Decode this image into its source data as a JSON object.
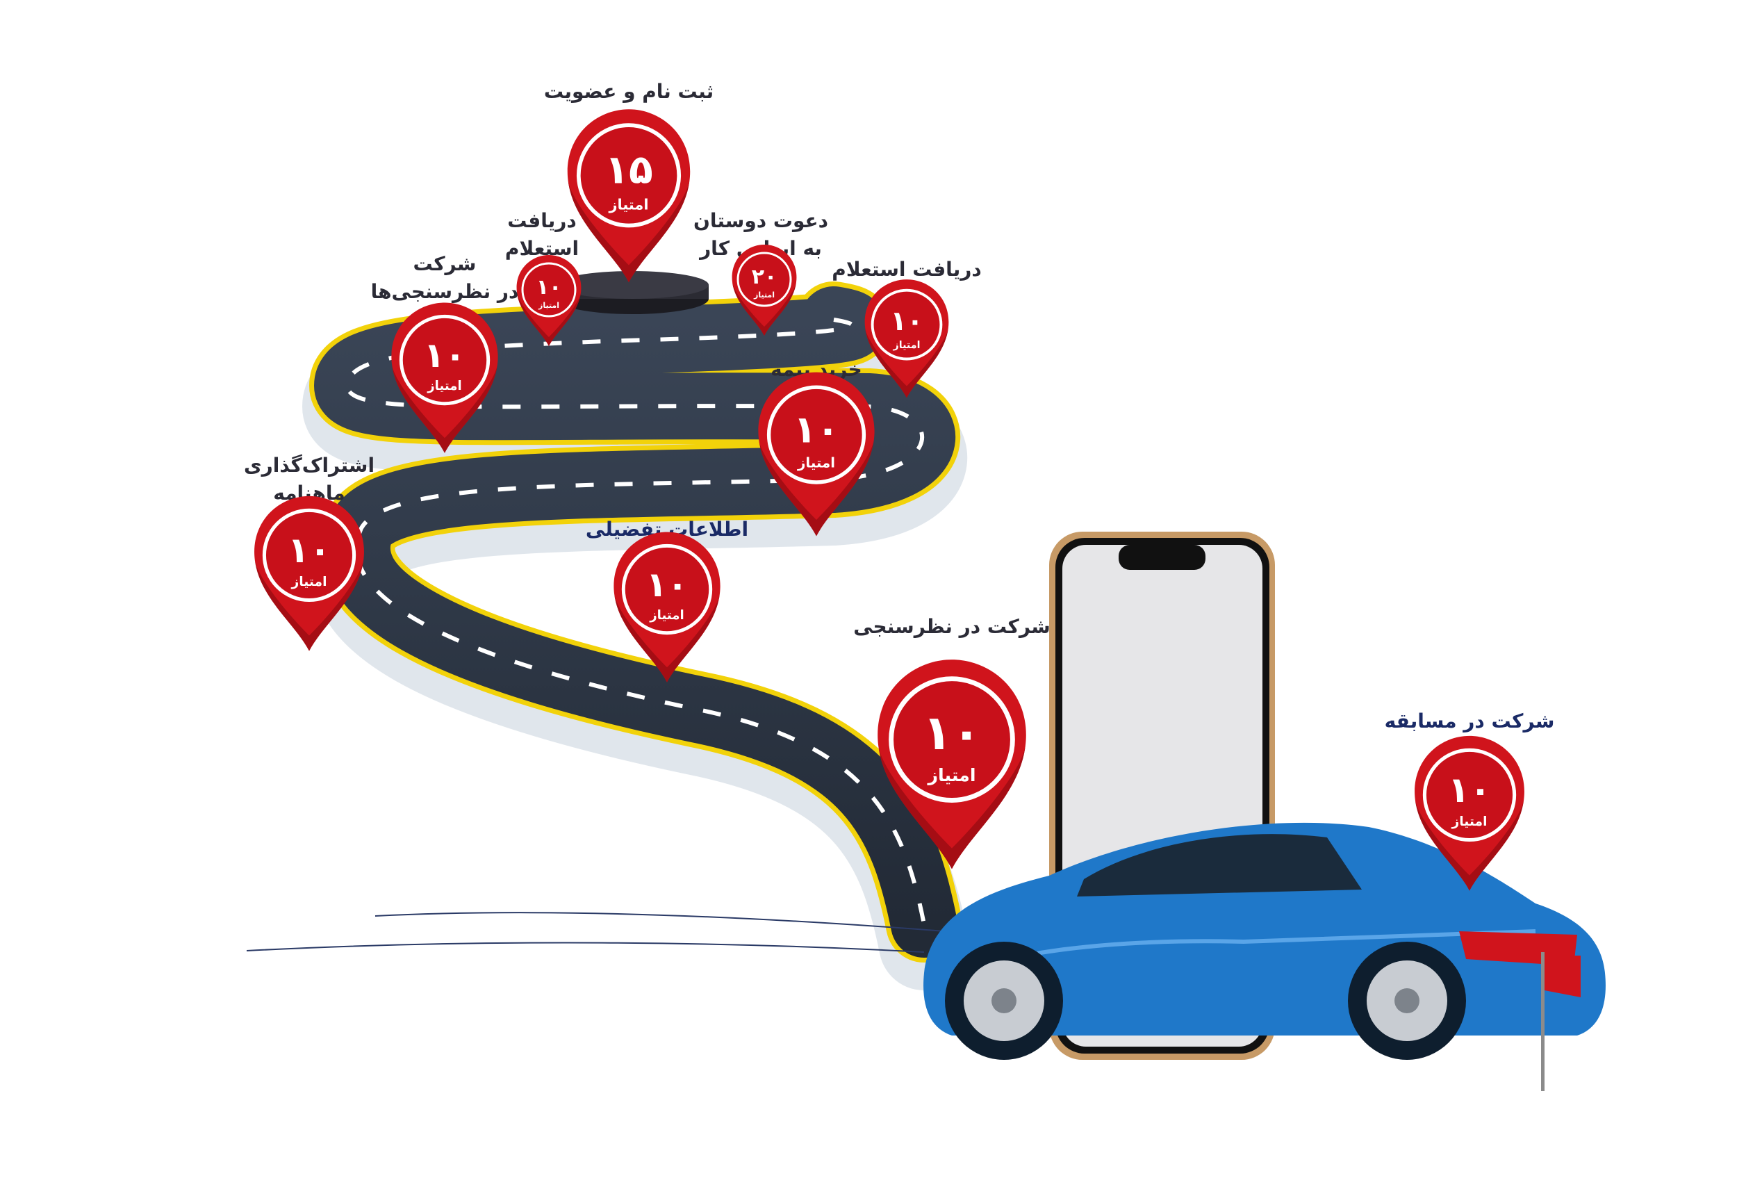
{
  "colors": {
    "pin_red": "#d0141c",
    "pin_dark": "#a50d14",
    "road": "#2c3646",
    "road_edge": "#f2d20a",
    "car_blue": "#1f78c9",
    "phone_gold": "#c79a66",
    "label_dark": "#2b2b36",
    "label_navy": "#1a2a66"
  },
  "unit_label": "امتیاز",
  "milestones": [
    {
      "id": "signup",
      "label_lines": [
        "ثبت نام و عضویت"
      ],
      "points": "۱۵"
    },
    {
      "id": "inquiry-a",
      "label_lines": [
        "دریافت",
        "استعلام"
      ],
      "points": "۱۰"
    },
    {
      "id": "invite",
      "label_lines": [
        "دعوت دوستان",
        "به ایرانی کار"
      ],
      "points": "۲۰"
    },
    {
      "id": "inquiry-b",
      "label_lines": [
        "دریافت استعلام"
      ],
      "points": "۱۰"
    },
    {
      "id": "surveys",
      "label_lines": [
        "شرکت",
        "در نظرسنجی‌ها"
      ],
      "points": "۱۰"
    },
    {
      "id": "insurance",
      "label_lines": [
        "خرید بیمه"
      ],
      "points": "۱۰"
    },
    {
      "id": "newsletter",
      "label_lines": [
        "اشتراک‌گذاری",
        "ماهنامه"
      ],
      "points": "۱۰"
    },
    {
      "id": "details",
      "label_lines": [
        "اطلاعات تفضیلی"
      ],
      "points": "۱۰"
    },
    {
      "id": "survey",
      "label_lines": [
        "شرکت در نظرسنجی"
      ],
      "points": "۱۰"
    },
    {
      "id": "contest",
      "label_lines": [
        "شرکت در مسابقه"
      ],
      "points": "۱۰"
    }
  ]
}
